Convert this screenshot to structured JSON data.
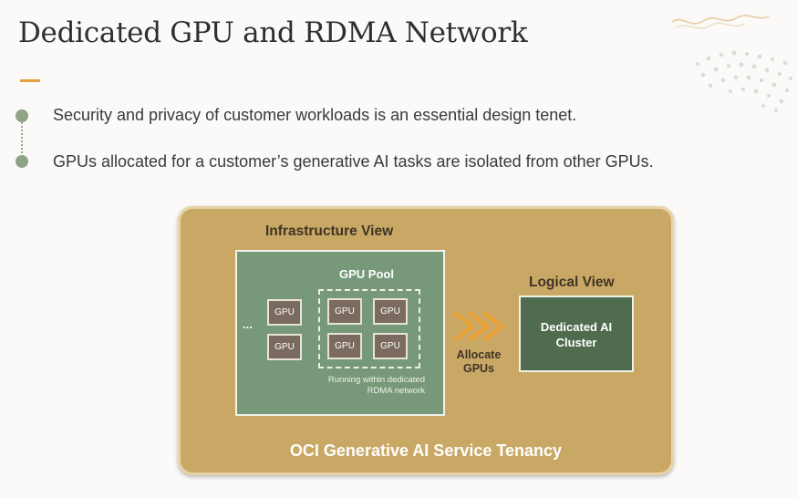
{
  "slide": {
    "title": "Dedicated GPU and RDMA Network"
  },
  "bullets": [
    {
      "text": "Security and privacy of customer workloads is an essential design tenet."
    },
    {
      "text": "GPUs allocated for a customer’s generative AI tasks are isolated from other GPUs."
    }
  ],
  "diagram": {
    "tenancy_label": "OCI Generative AI Service Tenancy",
    "infrastructure_view": {
      "label": "Infrastructure View",
      "pool_label": "GPU Pool",
      "ellipsis": "...",
      "gpu_label": "GPU",
      "note_line1": "Running within dedicated",
      "note_line2": "RDMA network"
    },
    "arrow_label_line1": "Allocate",
    "arrow_label_line2": "GPUs",
    "logical_view": {
      "label": "Logical View",
      "cluster_line1": "Dedicated AI",
      "cluster_line2": "Cluster"
    }
  },
  "colors": {
    "accent": "#e6a23c",
    "bullet": "#8fa387",
    "tenancy_background": "#c9a865",
    "infrastructure_background": "#779979",
    "cluster_background": "#4f6c4f",
    "gpu_chip": "#7b6a5f",
    "arrow": "#e8a23b"
  },
  "icons": {
    "arrow": "double-chevron-right-icon"
  }
}
